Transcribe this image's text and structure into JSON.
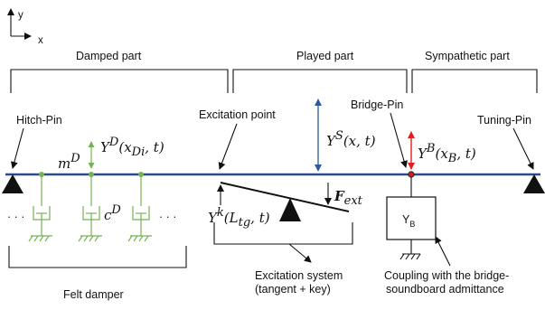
{
  "axes": {
    "y": "y",
    "x": "x"
  },
  "sections": {
    "damped": "Damped part",
    "played": "Played part",
    "sympathetic": "Sympathetic part"
  },
  "labels": {
    "hitch_pin": "Hitch-Pin",
    "excitation_point": "Excitation point",
    "bridge_pin": "Bridge-Pin",
    "tuning_pin": "Tuning-Pin",
    "felt_damper": "Felt damper",
    "excitation_system_l1": "Excitation system",
    "excitation_system_l2": "(tangent + key)",
    "coupling_l1": "Coupling with the bridge-",
    "coupling_l2": "soundboard admittance",
    "dots": "· · ·"
  },
  "math": {
    "m_base": "m",
    "m_sup": "D",
    "yd_base": "Y",
    "yd_sup": "D",
    "yd_args": "(x",
    "yd_sub": "Di",
    "yd_tail": ", t)",
    "c_base": "c",
    "c_sup": "D",
    "ys_base": "Y",
    "ys_sup": "S",
    "ys_args": "(x, t)",
    "yb_base": "Y",
    "yb_sup": "B",
    "yb_args": "(x",
    "yb_sub": "B",
    "yb_tail": ", t)",
    "yk_base": "Y",
    "yk_sup": "k",
    "yk_args": "(L",
    "yk_sub": "tg",
    "yk_tail": ", t)",
    "f_base": "F",
    "f_sub": "ext",
    "box_base": "Y",
    "box_sub": "B"
  },
  "colors": {
    "string": "#2e4a8f",
    "damper": "#77b255",
    "ys_arrow": "#2e5a9f",
    "yb_arrow": "#e02020",
    "bridge_dot": "#cc2222"
  }
}
